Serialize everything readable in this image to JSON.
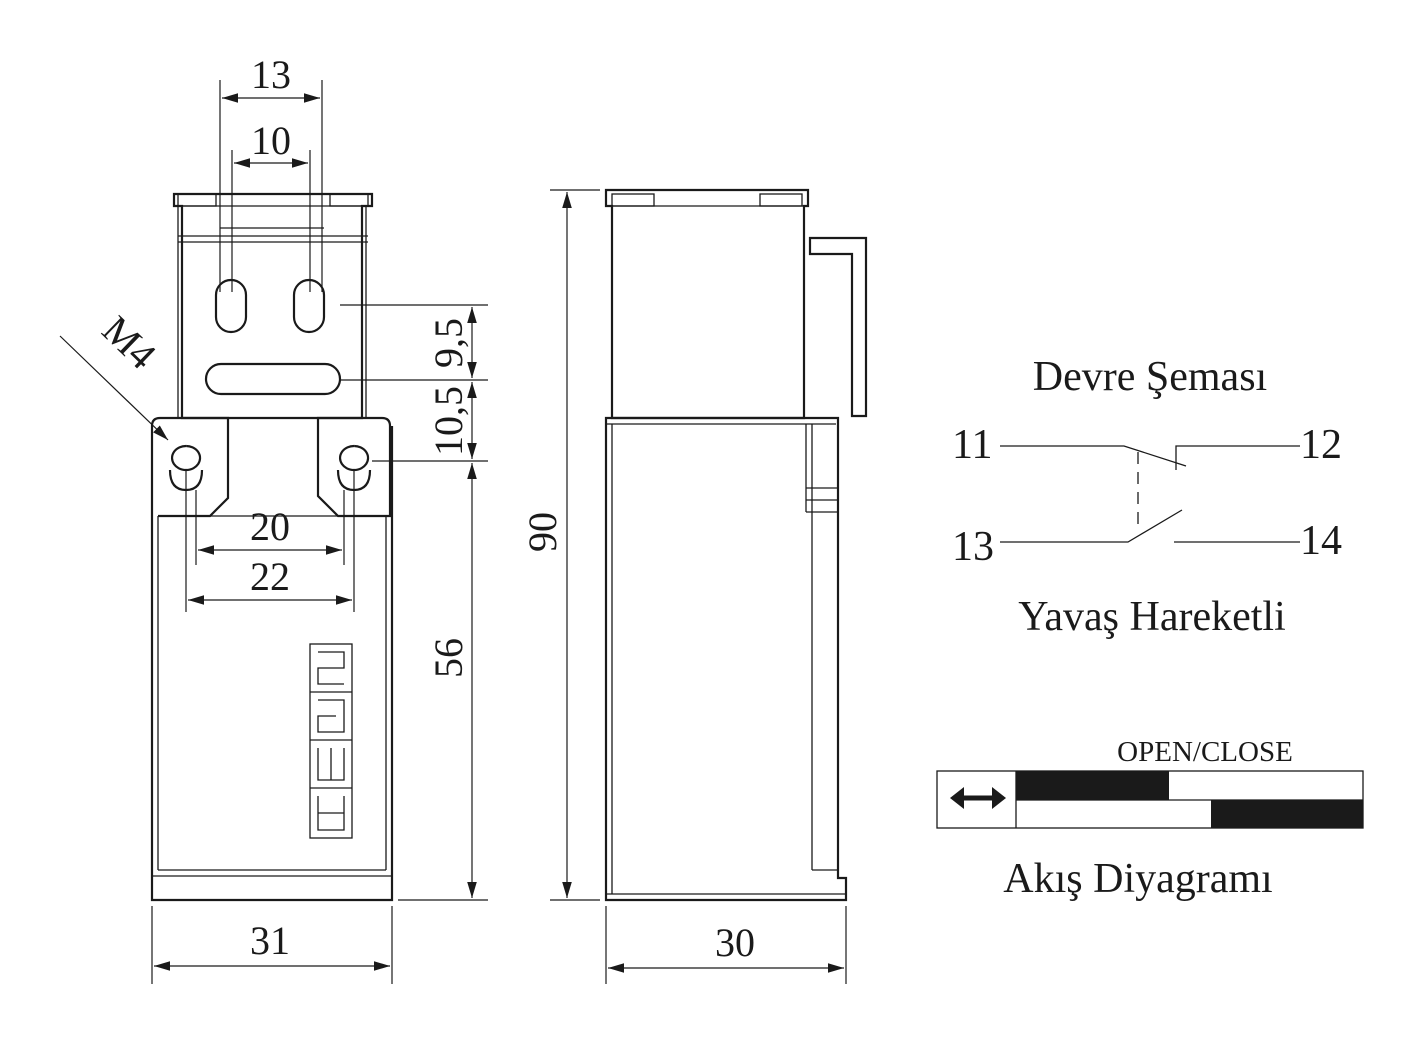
{
  "dimensions": {
    "slot_outer": "13",
    "slot_inner": "10",
    "thread": "M4",
    "upper_offset": "9,5",
    "lower_offset": "10,5",
    "hole_inner": "20",
    "hole_outer": "22",
    "body_height": "56",
    "total_height": "90",
    "front_width": "31",
    "side_width": "30"
  },
  "circuit": {
    "title": "Devre Şeması",
    "terminal_11": "11",
    "terminal_12": "12",
    "terminal_13": "13",
    "terminal_14": "14",
    "action": "Yavaş Hareketli"
  },
  "flow": {
    "header": "OPEN/CLOSE",
    "title": "Akış Diyagramı",
    "icon": "double-arrow-icon"
  },
  "logo": {
    "text": "emas",
    "icon": "emas-logo"
  }
}
